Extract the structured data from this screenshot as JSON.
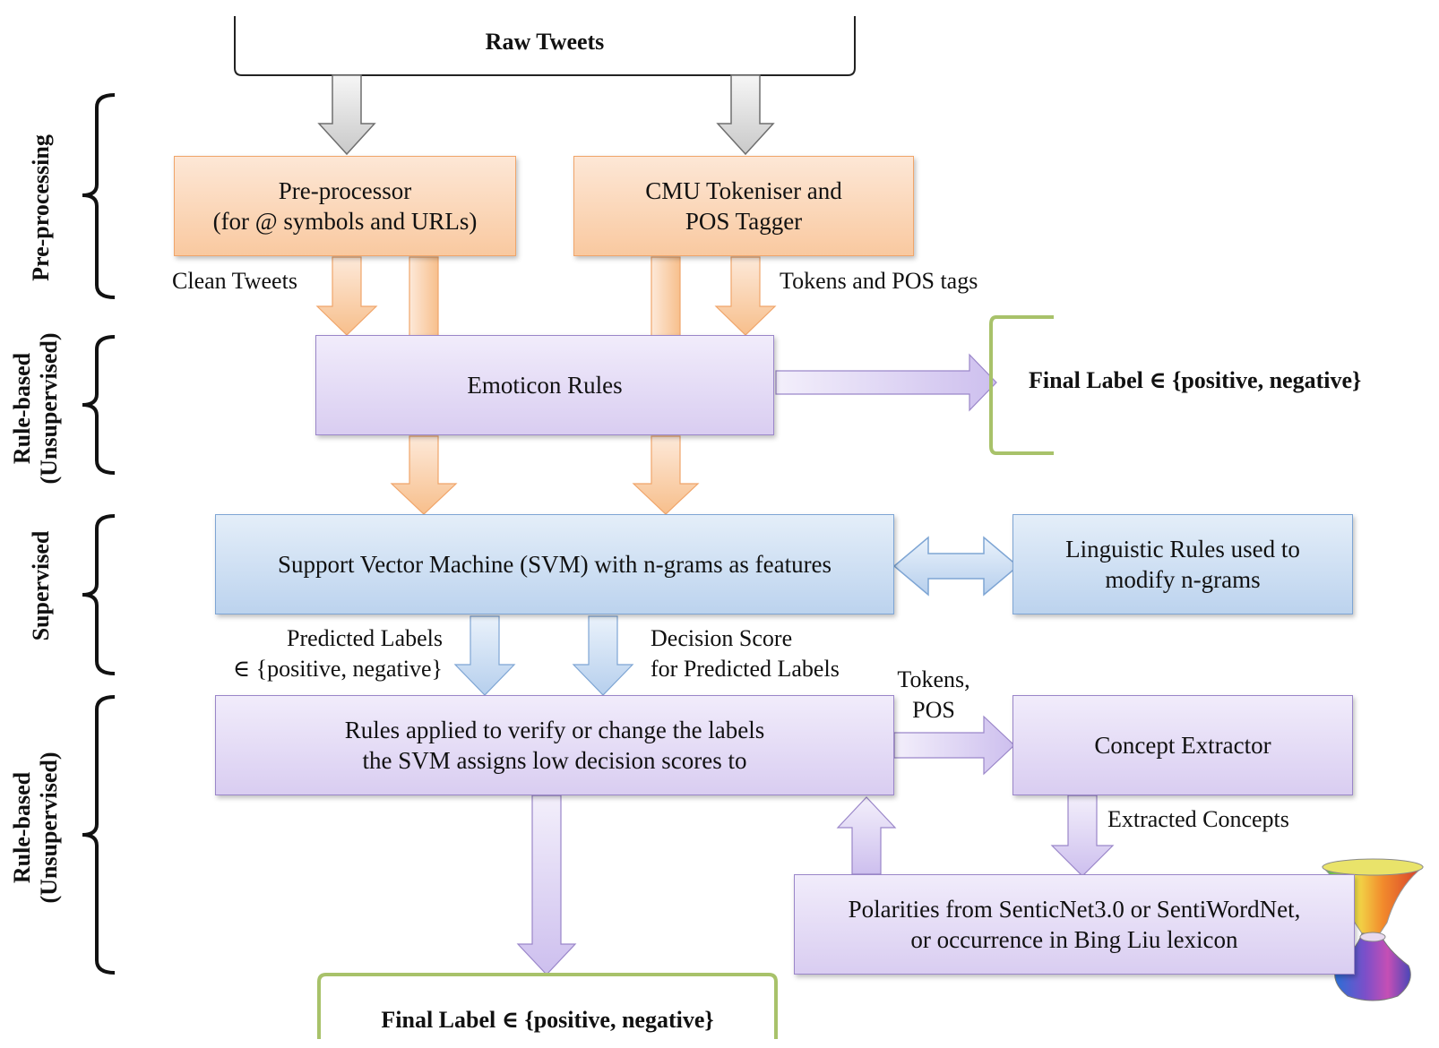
{
  "raw_tweets": "Raw Tweets",
  "sections": {
    "preprocessing": "Pre-processing",
    "rule_based_1_line1": "Rule-based",
    "rule_based_1_line2": "(Unsupervised)",
    "supervised": "Supervised",
    "rule_based_2_line1": "Rule-based",
    "rule_based_2_line2": "(Unsupervised)"
  },
  "boxes": {
    "preprocessor": "Pre-processor\n(for @ symbols and URLs)",
    "tokeniser": "CMU Tokeniser and\nPOS Tagger",
    "emoticon_rules": "Emoticon Rules",
    "svm": "Support Vector Machine (SVM) with n-grams as features",
    "linguistic_rules": "Linguistic Rules used to\nmodify n-grams",
    "rules_applied": "Rules applied to verify or change the labels\nthe SVM assigns low decision scores to",
    "concept_extractor": "Concept Extractor",
    "polarities": "Polarities from SenticNet3.0 or SentiWordNet,\nor occurrence in Bing Liu lexicon"
  },
  "labels": {
    "clean_tweets": "Clean Tweets",
    "tokens_pos_tags": "Tokens and POS tags",
    "predicted_labels": "Predicted Labels\n∈ {positive, negative}",
    "decision_score": "Decision Score\nfor Predicted Labels",
    "tokens_pos": "Tokens,\nPOS",
    "extracted_concepts": "Extracted Concepts"
  },
  "final_label_top": "Final Label ∈ {positive, negative}",
  "final_label_bottom": "Final Label ∈ {positive, negative}",
  "colors": {
    "orange_fill": "#f9c9a0",
    "orange_border": "#f0a56a",
    "purple_fill": "#d9cdf1",
    "purple_border": "#9a86c9",
    "blue_fill": "#bcd3ee",
    "blue_border": "#7ea5d4",
    "gray_arrow": "#d4d4d4",
    "bracket_green": "#a8c26a"
  },
  "icons": [
    "sentic-hourglass-icon"
  ]
}
